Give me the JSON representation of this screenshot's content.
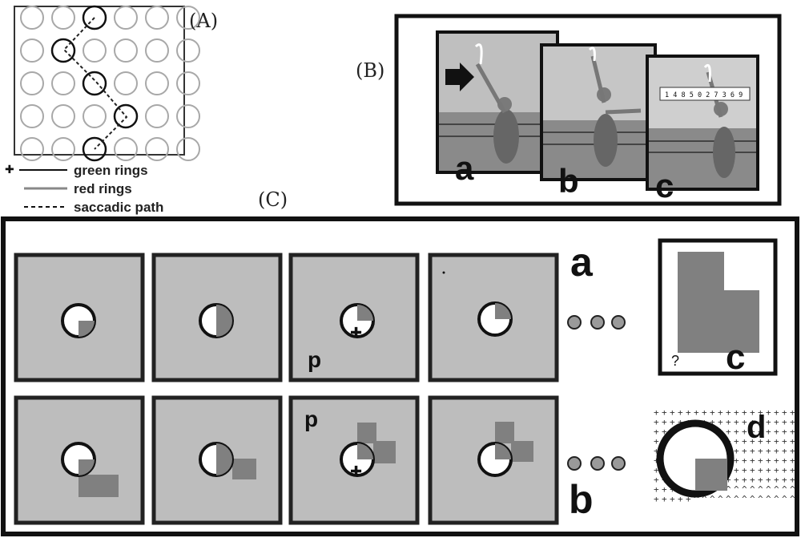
{
  "panel_a": {
    "label": "(A)",
    "grid_rows": 5,
    "grid_cols": 6,
    "highlight_path": [
      [
        0,
        2
      ],
      [
        1,
        1
      ],
      [
        2,
        2
      ],
      [
        3,
        3
      ],
      [
        4,
        2
      ]
    ],
    "legend": {
      "green_rings": "green rings",
      "red_rings": "red rings",
      "saccadic_path": "saccadic path"
    }
  },
  "panel_b": {
    "label": "(B)",
    "frames": [
      "a",
      "b",
      "c"
    ],
    "digits": "1 4 8 5 0 2 7 3 6 9"
  },
  "panel_c": {
    "label": "(C)",
    "row_a_label": "a",
    "row_b_label": "b",
    "marker_p": "p",
    "inset_c_label": "c",
    "inset_c_question": "?",
    "inset_d_label": "d"
  },
  "colors": {
    "panel_gray": "#bdbdbd",
    "shape_gray": "#808080",
    "ring_gray": "#a8a8a8",
    "border": "#111111"
  }
}
